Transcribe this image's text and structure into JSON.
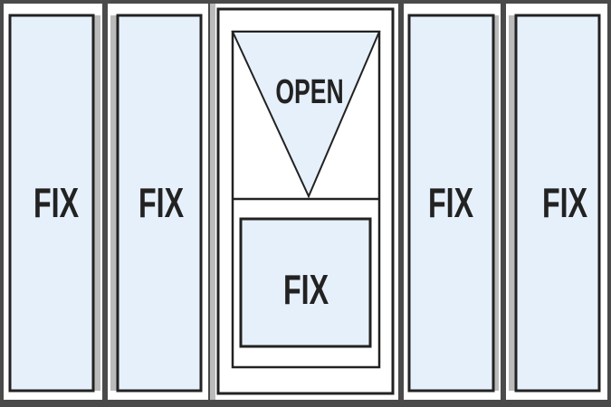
{
  "panels": [
    {
      "label": "FIX"
    },
    {
      "label": "FIX"
    },
    {
      "top_label": "OPEN",
      "bottom_label": "FIX"
    },
    {
      "label": "FIX"
    },
    {
      "label": "FIX"
    }
  ],
  "colors": {
    "glass": "#e6f0fb",
    "frame": "#ffffff",
    "line": "#222222",
    "background": "#4a4a4a"
  }
}
